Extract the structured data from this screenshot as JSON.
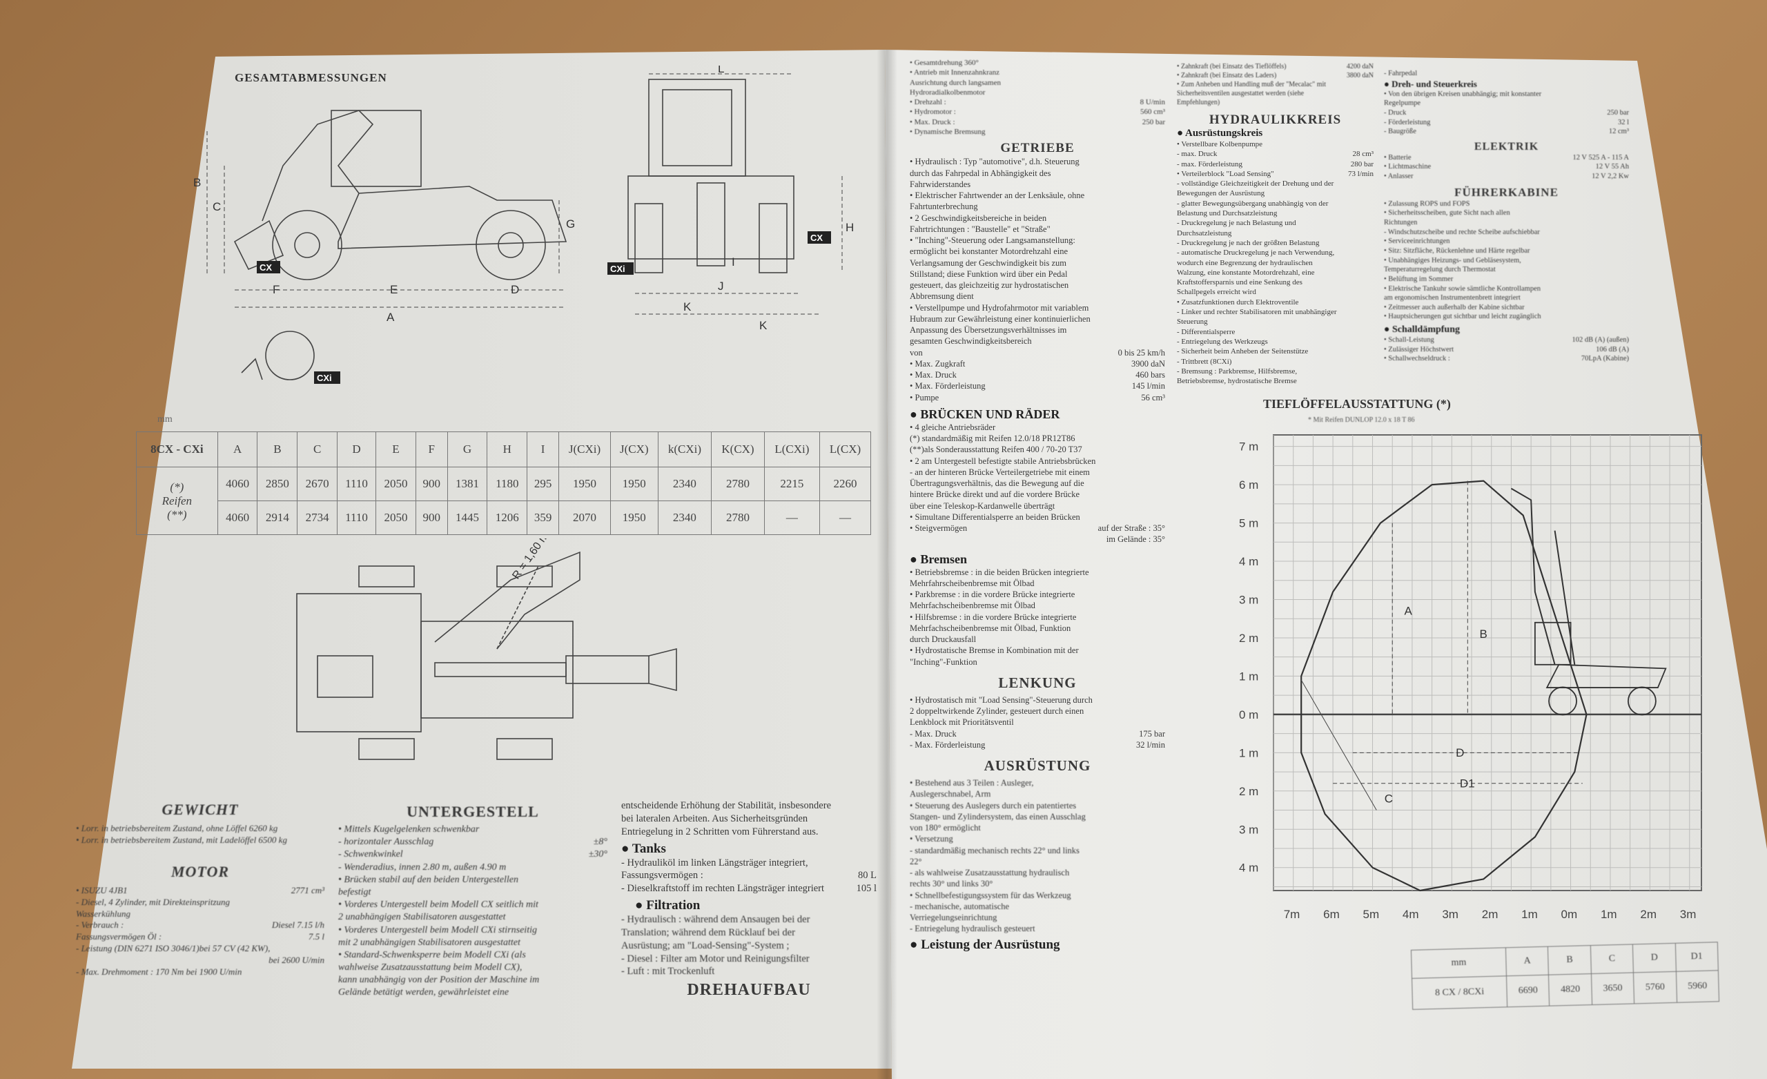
{
  "left_page": {
    "title": "GESAMTABMESSUNGEN",
    "side_labels": {
      "a": "A",
      "b": "B",
      "c": "C",
      "d": "D",
      "e": "E",
      "f": "F",
      "g": "G",
      "cx": "CX",
      "cxi": "CXi",
      "cxi2": "CXi"
    },
    "front_labels": {
      "l": "L",
      "h": "H",
      "i": "I",
      "j": "J",
      "k": "K",
      "k2": "K",
      "cx": "CX",
      "cxi": "CXi"
    },
    "radius_label": "R = 1,60 m",
    "table": {
      "unit": "mm",
      "headers": [
        "8CX - CXi",
        "A",
        "B",
        "C",
        "D",
        "E",
        "F",
        "G",
        "H",
        "I",
        "J(CXi)",
        "J(CX)",
        "k(CXi)",
        "K(CX)",
        "L(CXi)",
        "L(CX)"
      ],
      "row_label": [
        "(*)",
        "Reifen",
        "(**)"
      ],
      "rows": [
        [
          "4060",
          "2850",
          "2670",
          "1110",
          "2050",
          "900",
          "1381",
          "1180",
          "295",
          "1950",
          "1950",
          "2340",
          "2780",
          "2215",
          "2260"
        ],
        [
          "4060",
          "2914",
          "2734",
          "1110",
          "2050",
          "900",
          "1445",
          "1206",
          "359",
          "2070",
          "1950",
          "2340",
          "2780",
          "—",
          "—"
        ]
      ]
    },
    "gewicht": {
      "title": "GEWICHT",
      "lines": [
        {
          "t": "• Lorr. in betriebsbereitem Zustand, ohne Löffel 6260 kg"
        },
        {
          "t": "• Lorr. in betriebsbereitem Zustand, mit Ladelöffel 6500 kg"
        }
      ]
    },
    "motor": {
      "title": "MOTOR",
      "lines": [
        {
          "t": "• ISUZU 4JB1",
          "v": "2771 cm³"
        },
        {
          "t": "- Diesel, 4 Zylinder, mit Direkteinspritzung"
        },
        {
          "t": "Wasserkühlung"
        },
        {
          "t": "- Verbrauch :",
          "v": "Diesel 7.15 l/h"
        },
        {
          "t": "Fassungsvermögen Öl :",
          "v": "7.5 l"
        },
        {
          "t": "- Leistung (DIN 6271 ISO 3046/1)bei 57 CV (42 KW),"
        },
        {
          "t": "",
          "v": "bei 2600 U/min"
        },
        {
          "t": "- Max. Drehmoment : 170 Nm bei 1900 U/min"
        }
      ]
    },
    "untergestell": {
      "title": "UNTERGESTELL",
      "lines": [
        {
          "t": "• Mittels Kugelgelenken schwenkbar"
        },
        {
          "t": "- horizontaler Ausschlag",
          "v": "±8°"
        },
        {
          "t": "- Schwenkwinkel",
          "v": "±30°"
        },
        {
          "t": "- Wenderadius, innen 2.80 m, außen 4.90 m"
        },
        {
          "t": "• Brücken stabil auf den beiden Untergestellen"
        },
        {
          "t": "befestigt"
        },
        {
          "t": "• Vorderes Untergestell beim Modell CX seitlich mit"
        },
        {
          "t": "2 unabhängigen Stabilisatoren ausgestattet"
        },
        {
          "t": "• Vorderes Untergestell beim Modell CXi stirnseitig"
        },
        {
          "t": "mit 2 unabhängigen Stabilisatoren ausgestattet"
        },
        {
          "t": "• Standard-Schwenksperre beim Modell CXi (als"
        },
        {
          "t": "wahlweise Zusatzausstattung beim Modell CX),"
        },
        {
          "t": "kann unabhängig von der Position der Maschine im"
        },
        {
          "t": "Gelände betätigt werden, gewährleistet eine"
        }
      ]
    },
    "col3": {
      "lines": [
        {
          "t": "entscheidende Erhöhung der Stabilität, insbesondere"
        },
        {
          "t": "bei lateralen Arbeiten. Aus Sicherheitsgründen"
        },
        {
          "t": "Entriegelung in 2 Schritten vom Führerstand aus."
        }
      ]
    },
    "tanks": {
      "title": "Tanks",
      "lines": [
        {
          "t": "- Hydrauliköl im linken Längsträger integriert,"
        },
        {
          "t": "Fassungsvermögen :",
          "v": "80 L"
        },
        {
          "t": "- Dieselkraftstoff im rechten Längsträger integriert",
          "v": "105 l"
        }
      ]
    },
    "filtration": {
      "title": "Filtration",
      "lines": [
        {
          "t": "- Hydraulisch : während dem Ansaugen bei der"
        },
        {
          "t": "Translation; während dem Rücklauf bei der"
        },
        {
          "t": "Ausrüstung; am \"Load-Sensing\"-System ;"
        },
        {
          "t": "- Diesel : Filter am Motor und Reinigungsfilter"
        },
        {
          "t": "- Luft : mit Trockenluft"
        }
      ]
    },
    "drehaufbau": "DREHAUFBAU"
  },
  "right_page": {
    "col1_top": [
      {
        "t": "• Gesamtdrehung 360°"
      },
      {
        "t": "• Antrieb mit Innenzahnkranz"
      },
      {
        "t": "Ausrichtung durch langsamen"
      },
      {
        "t": "Hydroradialkolbenmotor"
      },
      {
        "t": "• Drehzahl :",
        "v": "8 U/min"
      },
      {
        "t": "• Hydromotor :",
        "v": "560 cm³"
      },
      {
        "t": "• Max. Druck :",
        "v": "250 bar"
      },
      {
        "t": "• Dynamische Bremsung"
      }
    ],
    "getriebe": {
      "title": "GETRIEBE",
      "lines": [
        {
          "t": "• Hydraulisch : Typ \"automotive\", d.h. Steuerung"
        },
        {
          "t": "durch das Fahrpedal in Abhängigkeit des"
        },
        {
          "t": "Fahrwiderstandes"
        },
        {
          "t": "• Elektrischer Fahrtwender an der Lenksäule, ohne"
        },
        {
          "t": "Fahrtunterbrechung"
        },
        {
          "t": "• 2 Geschwindigkeitsbereiche in beiden"
        },
        {
          "t": "Fahrtrichtungen : \"Baustelle\" et \"Straße\""
        },
        {
          "t": "• \"Inching\"-Steuerung oder Langsamanstellung:"
        },
        {
          "t": "ermöglicht bei konstanter Motordrehzahl eine"
        },
        {
          "t": "Verlangsamung der Geschwindigkeit bis zum"
        },
        {
          "t": "Stillstand; diese Funktion wird über ein Pedal"
        },
        {
          "t": "gesteuert, das gleichzeitig zur hydrostatischen"
        },
        {
          "t": "Abbremsung dient"
        },
        {
          "t": "• Verstellpumpe und Hydrofahrmotor mit variablem"
        },
        {
          "t": "Hubraum zur Gewährleistung einer kontinuierlichen"
        },
        {
          "t": "Anpassung des Übersetzungsverhältnisses im"
        },
        {
          "t": "gesamten Geschwindigkeitsbereich"
        },
        {
          "t": "von",
          "v": "0 bis 25 km/h"
        },
        {
          "t": "• Max. Zugkraft",
          "v": "3900 daN"
        },
        {
          "t": "• Max. Druck",
          "v": "460 bars"
        },
        {
          "t": "• Max. Förderleistung",
          "v": "145 l/min"
        },
        {
          "t": "• Pumpe",
          "v": "56 cm³"
        }
      ]
    },
    "bruecken": {
      "title": "BRÜCKEN UND RÄDER",
      "lines": [
        {
          "t": "• 4 gleiche Antriebsräder"
        },
        {
          "t": "(*) standardmäßig mit Reifen 12.0/18 PR12T86"
        },
        {
          "t": "(**)als Sonderausstattung Reifen 400 / 70-20 T37"
        },
        {
          "t": "• 2 am Untergestell befestigte stabile Antriebsbrücken"
        },
        {
          "t": "- an der hinteren Brücke Verteilergetriebe mit einem"
        },
        {
          "t": "Übertragungsverhältnis, das die Bewegung auf die"
        },
        {
          "t": "hintere Brücke direkt und auf die vordere Brücke"
        },
        {
          "t": "über eine Teleskop-Kardanwelle überträgt"
        },
        {
          "t": "• Simultane Differentialsperre an beiden Brücken"
        },
        {
          "t": "• Steigvermögen",
          "v": "auf der Straße : 35°"
        },
        {
          "t": "",
          "v": "im Gelände : 35°"
        }
      ]
    },
    "bremsen": {
      "title": "Bremsen",
      "lines": [
        {
          "t": "• Betriebsbremse : in die beiden Brücken integrierte"
        },
        {
          "t": "Mehrfahrscheibenbremse mit Ölbad"
        },
        {
          "t": "• Parkbremse : in die vordere Brücke integrierte"
        },
        {
          "t": "Mehrfachscheibenbremse mit Ölbad"
        },
        {
          "t": "• Hilfsbremse : in die vordere Brücke integrierte"
        },
        {
          "t": "Mehrfachscheibenbremse mit Ölbad, Funktion"
        },
        {
          "t": "durch Druckausfall"
        },
        {
          "t": "• Hydrostatische Bremse in Kombination mit der"
        },
        {
          "t": "\"Inching\"-Funktion"
        }
      ]
    },
    "lenkung": {
      "title": "LENKUNG",
      "lines": [
        {
          "t": "• Hydrostatisch mit \"Load Sensing\"-Steuerung durch"
        },
        {
          "t": "2 doppeltwirkende Zylinder, gesteuert durch einen"
        },
        {
          "t": "Lenkblock mit Prioritätsventil"
        },
        {
          "t": "- Max. Druck",
          "v": "175 bar"
        },
        {
          "t": "- Max. Förderleistung",
          "v": "32 l/min"
        }
      ]
    },
    "ausruestung": {
      "title": "AUSRÜSTUNG",
      "lines": [
        {
          "t": "• Bestehend aus 3 Teilen : Ausleger,"
        },
        {
          "t": "Auslegerschnabel, Arm"
        },
        {
          "t": "• Steuerung des Auslegers durch ein patentiertes"
        },
        {
          "t": "Stangen- und Zylindersystem, das einen Ausschlag"
        },
        {
          "t": "von 180° ermöglicht"
        },
        {
          "t": "• Versetzung"
        },
        {
          "t": "- standardmäßig mechanisch rechts 22° und links"
        },
        {
          "t": "22°"
        },
        {
          "t": "- als wahlweise Zusatzausstattung hydraulisch"
        },
        {
          "t": "rechts 30° und links 30°"
        },
        {
          "t": "• Schnellbefestigungssystem für das Werkzeug"
        },
        {
          "t": "- mechanische, automatische"
        },
        {
          "t": "Verriegelungseinrichtung"
        },
        {
          "t": "- Entriegelung hydraulisch gesteuert"
        }
      ],
      "sub": "Leistung der Ausrüstung"
    },
    "col2_top": [
      {
        "t": "• Zahnkraft (bei Einsatz des Tieflöffels)",
        "v": "4200 daN"
      },
      {
        "t": "• Zahnkraft (bei Einsatz des Laders)",
        "v": "3800 daN"
      },
      {
        "t": "• Zum Anheben und Handling muß der \"Mecalac\" mit"
      },
      {
        "t": "Sicherheitsventilen ausgestattet werden (siehe"
      },
      {
        "t": "Empfehlungen)"
      }
    ],
    "hydraulik": {
      "title": "HYDRAULIKKREIS",
      "sub": "Ausrüstungskreis",
      "lines": [
        {
          "t": "• Verstellbare Kolbenpumpe"
        },
        {
          "t": "- max. Druck",
          "v": "28 cm³"
        },
        {
          "t": "- max. Förderleistung",
          "v": "280 bar"
        },
        {
          "t": "• Verteilerblock \"Load Sensing\"",
          "v": "73 l/min"
        },
        {
          "t": "- vollständige Gleichzeitigkeit der Drehung und der"
        },
        {
          "t": "Bewegungen der Ausrüstung"
        },
        {
          "t": "- glatter Bewegungsübergang unabhängig von der"
        },
        {
          "t": "Belastung und Durchsatzleistung"
        },
        {
          "t": "- Druckregelung je nach Belastung und"
        },
        {
          "t": "Durchsatzleistung"
        },
        {
          "t": "- Druckregelung je nach der größten Belastung"
        },
        {
          "t": "- automatische Druckregelung je nach Verwendung,"
        },
        {
          "t": "wodurch eine Begrenzung der hydraulischen"
        },
        {
          "t": "Walzung, eine konstante Motordrehzahl, eine"
        },
        {
          "t": "Kraftstoffersparnis und eine Senkung des"
        },
        {
          "t": "Schallpegels erreicht wird"
        },
        {
          "t": "• Zusatzfunktionen durch Elektroventile"
        },
        {
          "t": "- Linker und rechter Stabilisatoren mit unabhängiger"
        },
        {
          "t": "Steuerung"
        },
        {
          "t": "- Differentialsperre"
        },
        {
          "t": "- Entriegelung des Werkzeugs"
        },
        {
          "t": "- Sicherheit beim Anheben der Seitenstütze"
        },
        {
          "t": "- Trittbrett (8CXi)"
        },
        {
          "t": "- Bremsung : Parkbremse, Hilfsbremse,"
        },
        {
          "t": "Betriebsbremse, hydrostatische Bremse"
        }
      ]
    },
    "col3_top": [
      {
        "t": "- Fahrpedal"
      }
    ],
    "dreh": {
      "title": "Dreh- und Steuerkreis",
      "lines": [
        {
          "t": "• Von den übrigen Kreisen unabhängig; mit konstanter"
        },
        {
          "t": "Regelpumpe"
        },
        {
          "t": "- Druck",
          "v": "250 bar"
        },
        {
          "t": "- Förderleistung",
          "v": "32 l"
        },
        {
          "t": "- Baugröße",
          "v": "12 cm³"
        }
      ]
    },
    "elektrik": {
      "title": "ELEKTRIK",
      "lines": [
        {
          "t": "• Batterie",
          "v": "12 V 525 A - 115 A"
        },
        {
          "t": "• Lichtmaschine",
          "v": "12 V 55 Ah"
        },
        {
          "t": "• Anlasser",
          "v": "12 V 2,2 Kw"
        }
      ]
    },
    "kabine": {
      "title": "FÜHRERKABINE",
      "lines": [
        {
          "t": "• Zulassung ROPS und FOPS"
        },
        {
          "t": "• Sicherheitsscheiben, gute Sicht nach allen"
        },
        {
          "t": "Richtungen"
        },
        {
          "t": "- Windschutzscheibe und rechte Scheibe aufschiebbar"
        },
        {
          "t": "• Serviceeinrichtungen"
        },
        {
          "t": "• Sitz: Sitzfläche, Rückenlehne und Härte regelbar"
        },
        {
          "t": "• Unabhängiges Heizungs- und Gebläsesystem,"
        },
        {
          "t": "Temperaturregelung durch Thermostat"
        },
        {
          "t": "• Belüftung im Sommer"
        },
        {
          "t": "• Elektrische Tankuhr sowie sämtliche Kontrollampen"
        },
        {
          "t": "am ergonomischen Instrumentenbrett integriert"
        },
        {
          "t": "• Zeitmesser auch außerhalb der Kabine sichtbar"
        },
        {
          "t": "• Hauptsicherungen gut sichtbar und leicht zugänglich"
        }
      ]
    },
    "schall": {
      "title": "Schalldämpfung",
      "lines": [
        {
          "t": "• Schall-Leistung",
          "v": "102 dB (A) (außen)"
        },
        {
          "t": "• Zulässiger Höchstwert",
          "v": "106 dB (A)"
        },
        {
          "t": "• Schallwechseldruck :",
          "v": "70LpA (Kabine)"
        }
      ]
    },
    "reach_table": {
      "headers": [
        "mm",
        "A",
        "B",
        "C",
        "D",
        "D1"
      ],
      "row": [
        "8 CX / 8CXi",
        "6690",
        "4820",
        "3650",
        "5760",
        "5960"
      ]
    }
  },
  "chart_data": {
    "type": "line",
    "title": "TIEFLÖFFELAUSSTATTUNG (*)",
    "subtitle": "* Mit Reifen DUNLOP 12.0 x 18 T 86",
    "xlabel": "",
    "ylabel": "",
    "grid": true,
    "x_ticks": [
      -7,
      -6,
      -5,
      -4,
      -3,
      -2,
      -1,
      0,
      1,
      2,
      3
    ],
    "x_tick_labels": [
      "7m",
      "6m",
      "5m",
      "4m",
      "3m",
      "2m",
      "1m",
      "0m",
      "1m",
      "2m",
      "3m"
    ],
    "y_ticks": [
      7,
      6,
      5,
      4,
      3,
      2,
      1,
      0,
      -1,
      -2,
      -3,
      -4
    ],
    "y_tick_labels": [
      "7 m",
      "6 m",
      "5 m",
      "4 m",
      "3 m",
      "2 m",
      "1 m",
      "0 m",
      "1 m",
      "2 m",
      "3 m",
      "4 m"
    ],
    "xlim": [
      -7.5,
      3.3
    ],
    "ylim": [
      -4.6,
      7.3
    ],
    "series": [
      {
        "name": "reach envelope",
        "x": [
          0.4,
          0.1,
          -0.9,
          -2.2,
          -3.8,
          -5.0,
          -6.2,
          -6.8,
          -6.8,
          -6.0,
          -4.8,
          -3.5,
          -2.2,
          -1.2
        ],
        "y": [
          0,
          -1.5,
          -3.2,
          -4.3,
          -4.6,
          -4.0,
          -2.6,
          -1.0,
          1.0,
          3.2,
          5.0,
          6.0,
          6.1,
          5.2
        ]
      }
    ],
    "annotations": [
      {
        "text": "A",
        "x": -4.2,
        "y": 2.6
      },
      {
        "text": "B",
        "x": -2.3,
        "y": 2.0
      },
      {
        "text": "C",
        "x": -4.7,
        "y": -2.3
      },
      {
        "text": "D",
        "x": -2.9,
        "y": -1.1
      },
      {
        "text": "D1",
        "x": -2.8,
        "y": -1.9
      }
    ]
  }
}
